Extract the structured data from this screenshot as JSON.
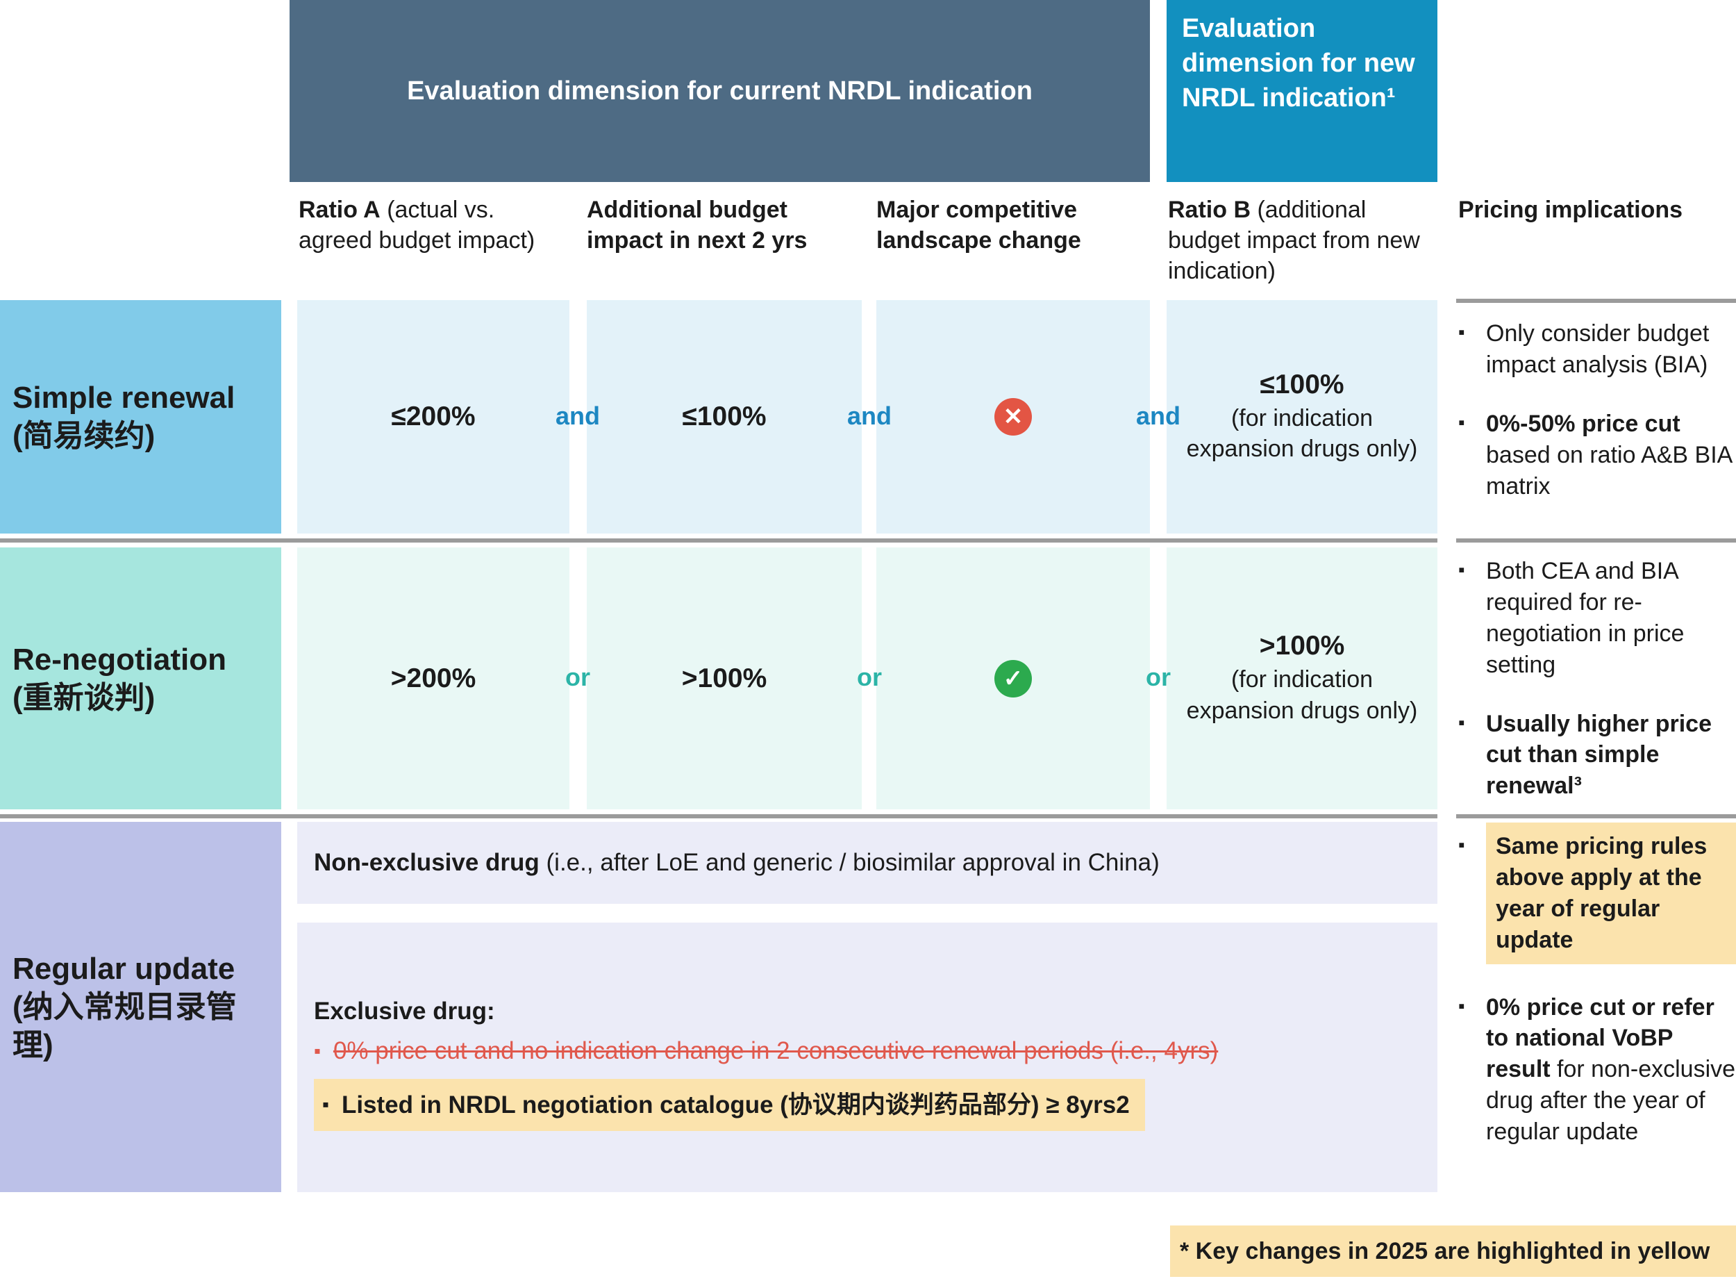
{
  "palette": {
    "header_dark": "#4e6b84",
    "header_teal": "#1290bf",
    "row1_label": "#81cbe9",
    "row1_cell": "#e3f2f9",
    "row2_label": "#a6e6de",
    "row2_cell": "#e9f8f5",
    "row3_label": "#bcc1e8",
    "row3_cell": "#ebecf8",
    "highlight_yellow": "#fbe3ad",
    "removed_red": "#e0584c",
    "cross_red": "#e35544",
    "check_green": "#2caa4e",
    "and_blue": "#1d87c2",
    "or_teal": "#2cb4a7",
    "separator_gray": "#9b9b9b"
  },
  "icons": {
    "cross_glyph": "✕",
    "check_glyph": "✓",
    "bullet_glyph": "▪"
  },
  "headers": {
    "current": "Evaluation dimension for current NRDL indication",
    "new": "Evaluation dimension for new NRDL indication¹"
  },
  "column_headers": [
    {
      "bold": "Ratio A",
      "regular": " (actual vs. agreed budget impact)"
    },
    {
      "bold": "Additional budget impact in next 2 yrs",
      "regular": ""
    },
    {
      "bold": "Major competitive landscape change",
      "regular": ""
    },
    {
      "bold": "Ratio B",
      "regular": " (additional budget impact from new indication)"
    },
    {
      "bold": "Pricing implications",
      "regular": ""
    }
  ],
  "rows": {
    "simple_renewal": {
      "label": "Simple renewal",
      "label_zh": "(简易续约)",
      "connector": "and",
      "ratio_a": "≤200%",
      "budget_impact": "≤100%",
      "landscape_icon": "cross-circle",
      "ratio_b": "≤100%",
      "ratio_b_note": "(for indication expansion drugs only)",
      "pricing": [
        {
          "bold": "",
          "regular": "Only consider budget impact analysis (BIA)"
        },
        {
          "bold": "0%-50% price cut",
          "regular": " based on ratio A&B BIA matrix"
        }
      ]
    },
    "renegotiation": {
      "label": "Re-negotiation",
      "label_zh": "(重新谈判)",
      "connector": "or",
      "ratio_a": ">200%",
      "budget_impact": ">100%",
      "landscape_icon": "check-circle",
      "ratio_b": ">100%",
      "ratio_b_note": "(for indication expansion drugs only)",
      "pricing": [
        {
          "bold": "",
          "regular": "Both CEA and BIA required for re-negotiation in price setting"
        },
        {
          "bold": "Usually higher price cut than simple renewal³",
          "regular": ""
        }
      ]
    },
    "regular_update": {
      "label": "Regular update",
      "label_zh": "(纳入常规目录管理)",
      "non_exclusive_bold": "Non-exclusive drug",
      "non_exclusive_regular": " (i.e., after LoE and generic / biosimilar approval in China)",
      "exclusive_heading": "Exclusive drug:",
      "exclusive_removed": "0% price cut and no indication change in 2 consecutive renewal periods (i.e., 4yrs)",
      "exclusive_added": "Listed in NRDL negotiation catalogue (协议期内谈判药品部分) ≥ 8yrs2",
      "pricing": [
        {
          "bold": "Same pricing rules above apply at the year of regular update",
          "regular": ""
        },
        {
          "bold": "0% price cut or refer to national VoBP result",
          "regular": " for non-exclusive drug after the year of regular update"
        }
      ]
    }
  },
  "footnote": "* Key changes in 2025 are highlighted in yellow"
}
